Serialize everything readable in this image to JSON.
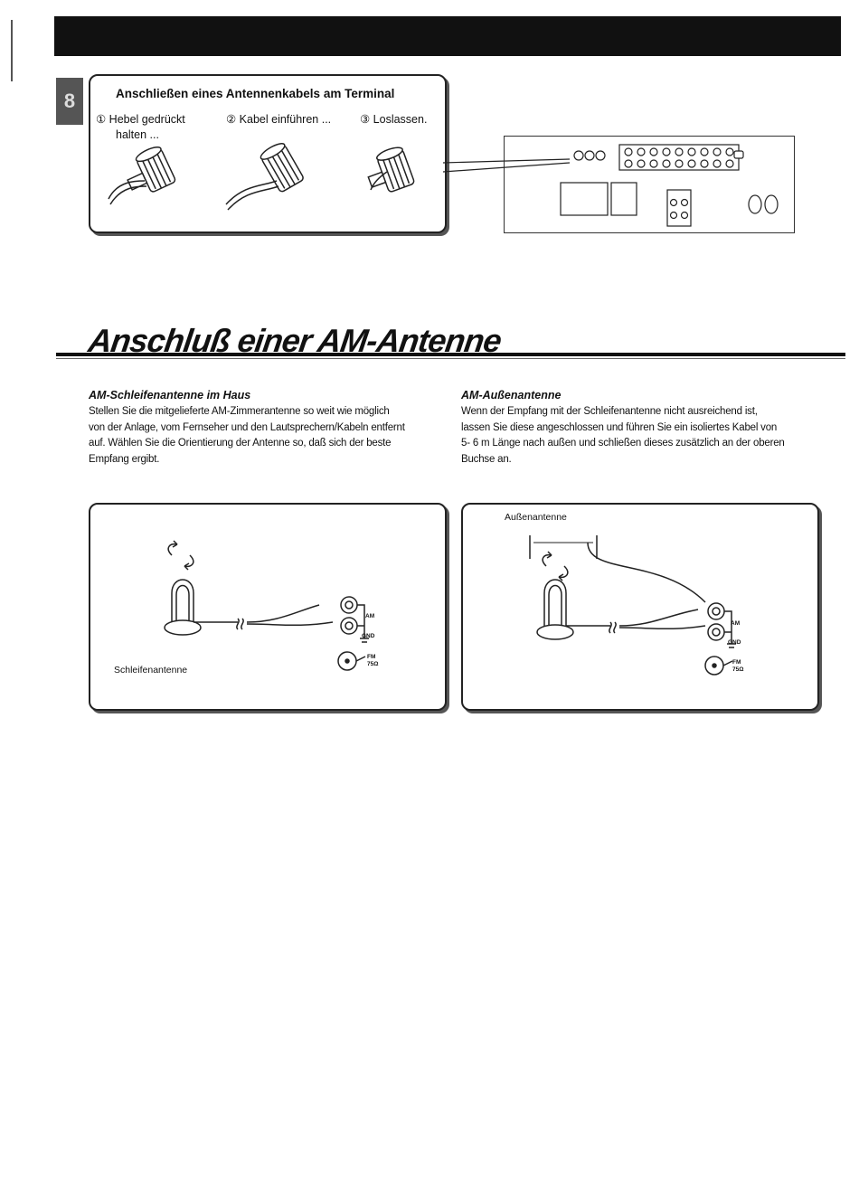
{
  "terminal_box": {
    "title": "Anschließen eines Antennenkabels am Terminal",
    "step1_line1": "① Hebel gedrückt",
    "step1_line2": "halten ...",
    "step2": "② Kabel einführen ...",
    "step3": "③ Loslassen."
  },
  "tab_number": "8",
  "section": {
    "title": "Anschluß einer AM-Antenne"
  },
  "left_column": {
    "heading": "AM-Schleifenantenne im Haus",
    "lines": [
      "Stellen Sie die mitgelieferte AM-Zimmerantenne so weit wie möglich",
      "von der Anlage, vom Fernseher und den Lautsprechern/Kabeln entfernt",
      "auf. Wählen Sie die Orientierung der Antenne so, daß sich der beste",
      "Empfang ergibt."
    ]
  },
  "right_column": {
    "heading": "AM-Außenantenne",
    "lines": [
      "Wenn der Empfang mit der Schleifenantenne nicht ausreichend ist,",
      "lassen Sie diese angeschlossen und führen Sie ein isoliertes Kabel von",
      "5- 6 m Länge nach außen und schließen dieses zusätzlich an der oberen",
      "Buchse an."
    ]
  },
  "diagram_left": {
    "label": "Schleifenantenne",
    "am": "AM",
    "gnd": "GND",
    "fm": "FM",
    "fm_ohm": "75Ω"
  },
  "diagram_right": {
    "label": "Außenantenne",
    "am": "AM",
    "gnd": "GND",
    "fm": "FM",
    "fm_ohm": "75Ω"
  }
}
